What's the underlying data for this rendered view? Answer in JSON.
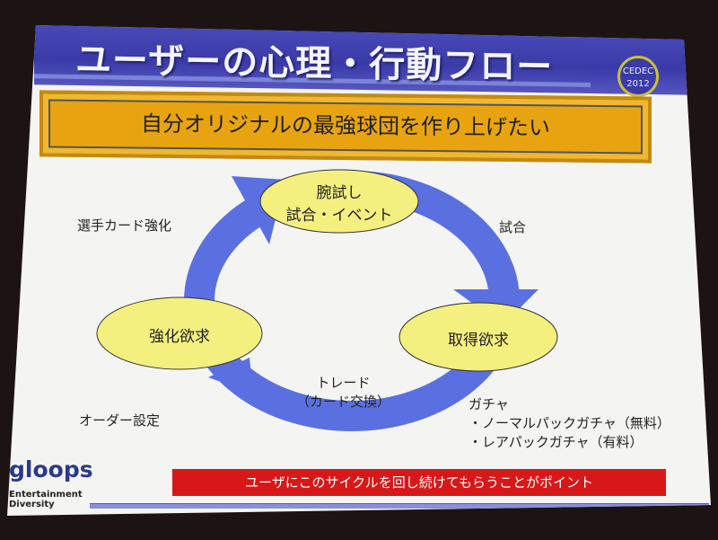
{
  "slide": {
    "title": "ユーザーの心理・行動フロー",
    "event_logo": {
      "name": "CEDEC",
      "year": "2012"
    },
    "goal": "自分オリジナルの最強球団を作り上げたい",
    "nodes": {
      "top": [
        "腕試し",
        "試合・イベント"
      ],
      "left": "強化欲求",
      "right": "取得欲求"
    },
    "labels": {
      "top_left": "選手カード強化",
      "top_right": "試合",
      "bottom_left": "オーダー設定",
      "bottom_center": [
        "トレード",
        "（カード交換）"
      ],
      "bottom_right": {
        "heading": "ガチャ",
        "items": [
          "・ノーマルパックガチャ（無料）",
          "・レアパックガチャ（有料）"
        ]
      }
    },
    "key_point": "ユーザにこのサイクルを回し続けてもらうことがポイント",
    "company_logo": {
      "name": "gloops",
      "tagline": [
        "Entertainment",
        "Diversity"
      ]
    },
    "colors": {
      "title_bar": "#3a3aa8",
      "goal_box": "#e8a410",
      "cycle_arrow": "#5a70e0",
      "node_fill": "#f4f080",
      "key_point_bg": "#d81818"
    }
  }
}
